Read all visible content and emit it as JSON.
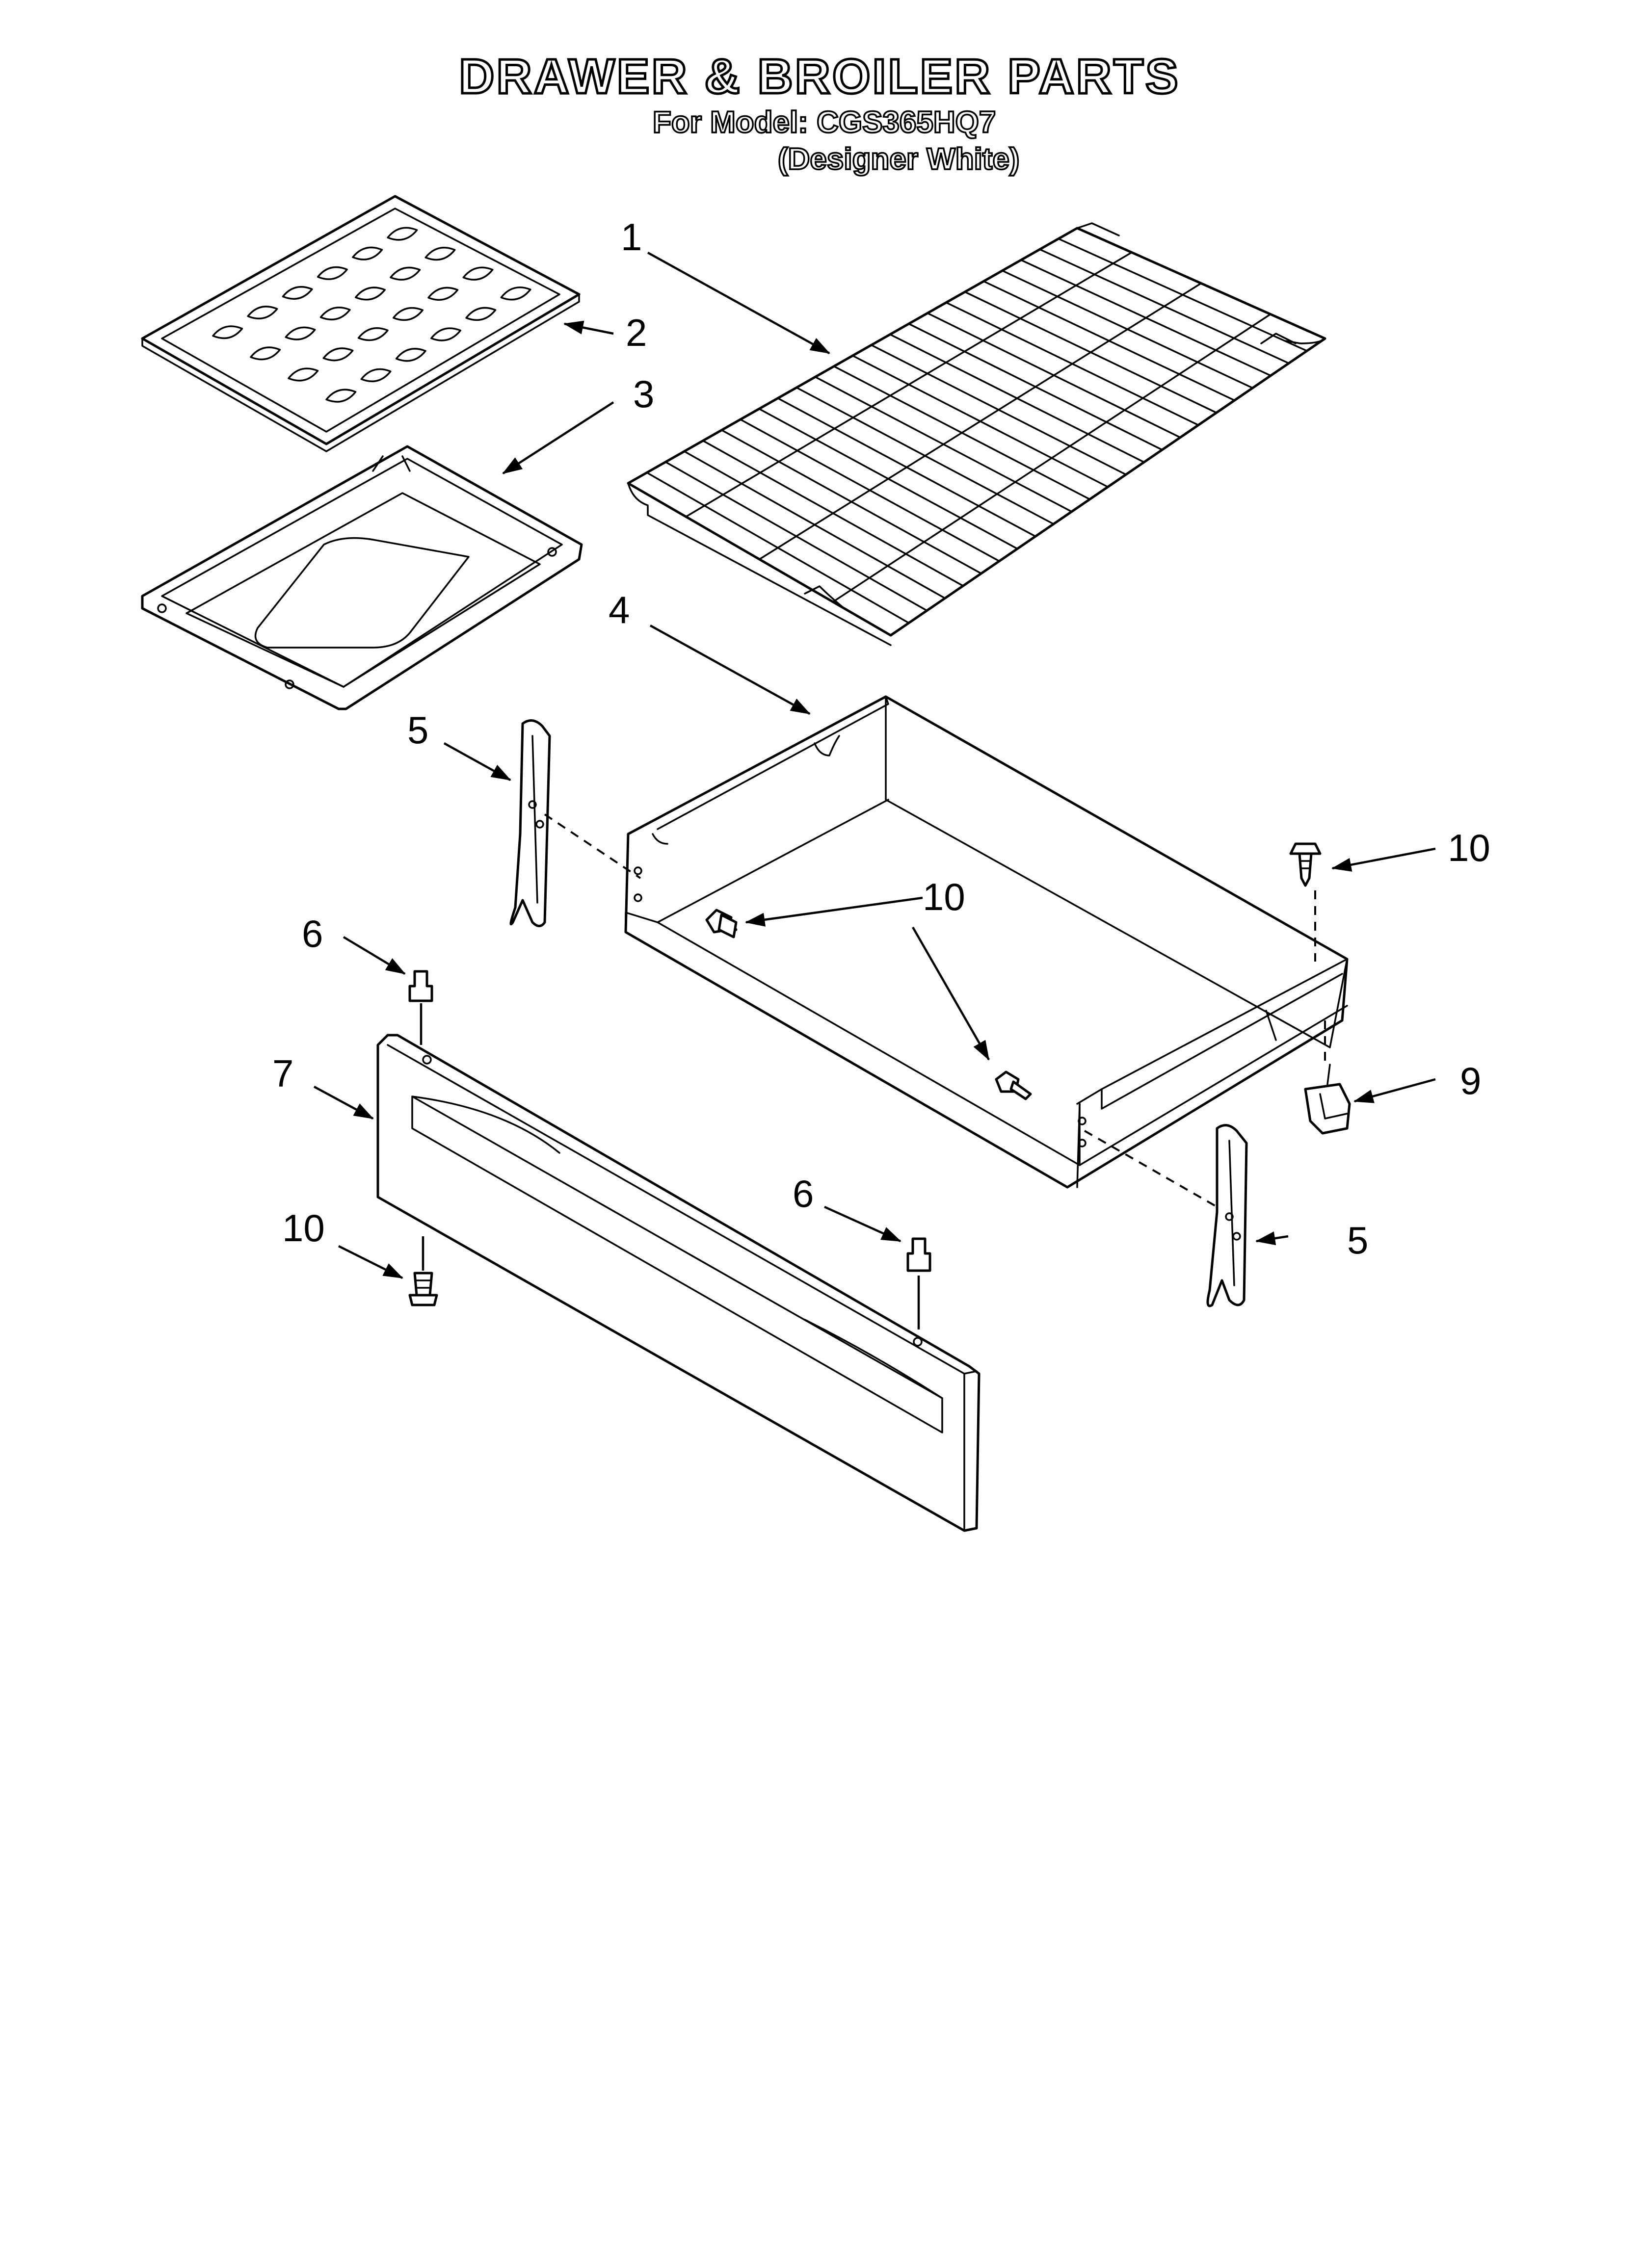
{
  "header": {
    "title": "DRAWER & BROILER PARTS",
    "model_line": "For Model: CGS365HQ7",
    "color_line": "(Designer White)"
  },
  "callouts": [
    {
      "id": "c1",
      "number": "1",
      "part": "rack"
    },
    {
      "id": "c2",
      "number": "2",
      "part": "broiler-grid"
    },
    {
      "id": "c3",
      "number": "3",
      "part": "broiler-pan"
    },
    {
      "id": "c4",
      "number": "4",
      "part": "drawer"
    },
    {
      "id": "c5a",
      "number": "5",
      "part": "slide-left"
    },
    {
      "id": "c5b",
      "number": "5",
      "part": "slide-right"
    },
    {
      "id": "c6a",
      "number": "6",
      "part": "stud-left"
    },
    {
      "id": "c6b",
      "number": "6",
      "part": "stud-right"
    },
    {
      "id": "c7",
      "number": "7",
      "part": "drawer-front-panel"
    },
    {
      "id": "c9",
      "number": "9",
      "part": "clip"
    },
    {
      "id": "c10a",
      "number": "10",
      "part": "screw-right-top"
    },
    {
      "id": "c10b",
      "number": "10",
      "part": "screw-center"
    },
    {
      "id": "c10c",
      "number": "10",
      "part": "screw-panel"
    }
  ]
}
